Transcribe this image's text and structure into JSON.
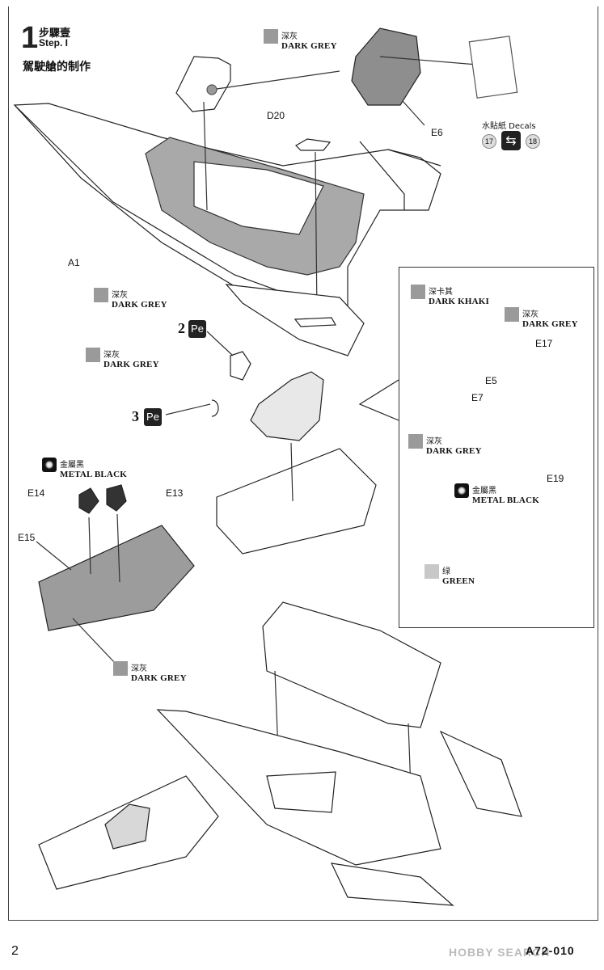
{
  "step": {
    "number": "1",
    "label_cn": "步驟壹",
    "label_en": "Step. I",
    "title": "駕駛艙的制作"
  },
  "parts": {
    "d20": "D20",
    "e6": "E6",
    "a1": "A1",
    "e5": "E5",
    "e7": "E7",
    "e17": "E17",
    "e19": "E19",
    "e14": "E14",
    "e13": "E13",
    "e15": "E15"
  },
  "colors": {
    "dark_grey_cn": "深灰",
    "dark_grey_en": "DARK GREY",
    "dark_khaki_cn": "深卡其",
    "dark_khaki_en": "DARK KHAKI",
    "metal_black_cn": "金屬黑",
    "metal_black_en": "METAL BLACK",
    "green_cn": "绿",
    "green_en": "GREEN"
  },
  "pe": {
    "step2_number": "2",
    "step3_number": "3",
    "label": "Pe"
  },
  "decals": {
    "label": "水貼紙 Decals",
    "left": "17",
    "right": "18",
    "swap_icon": "swap-arrows-icon"
  },
  "footer": {
    "page_number": "2",
    "model_code": "A72-010",
    "watermark": "HOBBY SEARCH"
  }
}
